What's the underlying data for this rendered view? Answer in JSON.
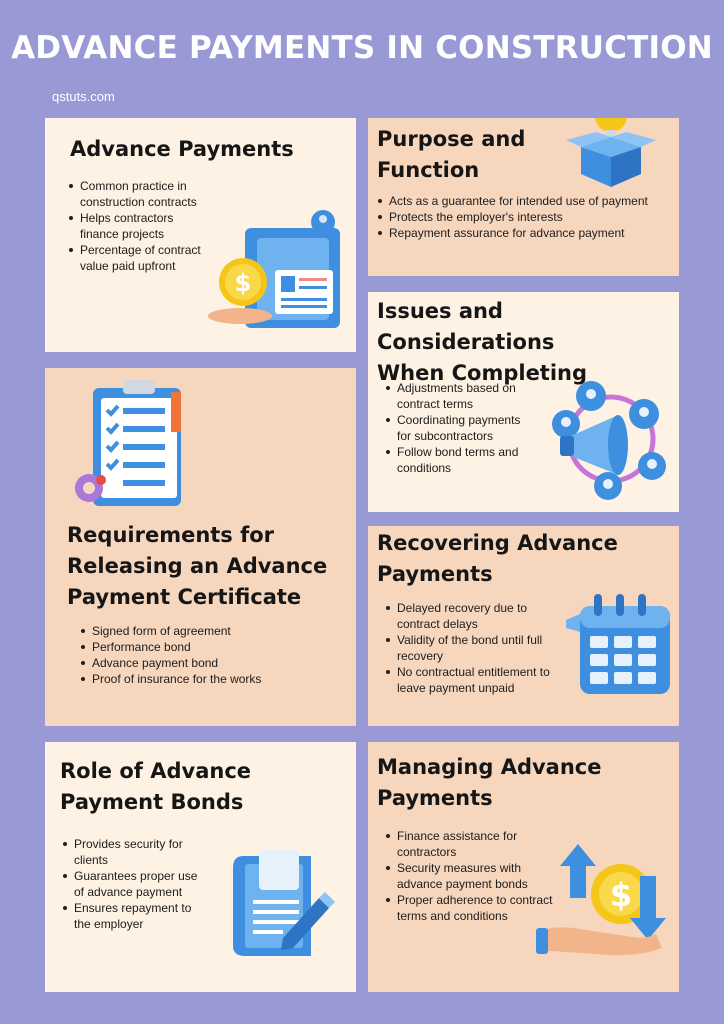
{
  "header": {
    "title": "ADVANCE PAYMENTS IN CONSTRUCTION",
    "site": "qstuts.com"
  },
  "cards": [
    {
      "title_lines": [
        "Advance Payments"
      ],
      "bullets": [
        "Common practice in construction contracts",
        "Helps contractors finance projects",
        "Percentage of contract value paid upfront"
      ],
      "bullet_lines": [
        [
          "Common practice in",
          "construction contracts"
        ],
        [
          "Helps contractors",
          "finance projects"
        ],
        [
          "Percentage of contract",
          "value paid upfront"
        ]
      ],
      "icon": "document-money-icon"
    },
    {
      "title_lines": [
        "Purpose and",
        "Function"
      ],
      "bullets": [
        "Acts as a guarantee for intended use of payment",
        "Protects the employer's interests",
        "Repayment assurance for advance payment"
      ],
      "bullet_lines": [
        [
          "Acts as a guarantee for intended use of payment"
        ],
        [
          "Protects the employer's interests"
        ],
        [
          "Repayment assurance for advance payment"
        ]
      ],
      "icon": "lightbulb-box-icon"
    },
    {
      "title_lines": [
        "Issues and Considerations",
        "When Completing"
      ],
      "bullets": [
        "Adjustments based on contract terms",
        "Coordinating payments for subcontractors",
        "Follow bond terms and conditions"
      ],
      "bullet_lines": [
        [
          "Adjustments based on",
          "contract terms"
        ],
        [
          "Coordinating payments",
          "for subcontractors"
        ],
        [
          "Follow bond terms and",
          "conditions"
        ]
      ],
      "icon": "megaphone-network-icon"
    },
    {
      "title_lines": [
        "Requirements for",
        "Releasing an Advance",
        "Payment Certificate"
      ],
      "bullets": [
        "Signed form of agreement",
        "Performance bond",
        "Advance payment bond",
        "Proof of insurance for the works"
      ],
      "bullet_lines": [
        [
          "Signed form of agreement"
        ],
        [
          "Performance bond"
        ],
        [
          "Advance payment bond"
        ],
        [
          "Proof of insurance for the works"
        ]
      ],
      "icon": "clipboard-checklist-icon"
    },
    {
      "title_lines": [
        "Recovering Advance",
        "Payments"
      ],
      "bullets": [
        "Delayed recovery due to contract delays",
        "Validity of the bond until full recovery",
        "No contractual entitlement to leave payment unpaid"
      ],
      "bullet_lines": [
        [
          "Delayed recovery due to",
          "contract delays"
        ],
        [
          "Validity of the bond until full",
          "recovery"
        ],
        [
          "No contractual entitlement to",
          "leave payment unpaid"
        ]
      ],
      "icon": "calendar-icon"
    },
    {
      "title_lines": [
        "Role of Advance",
        "Payment Bonds"
      ],
      "bullets": [
        "Provides security for clients",
        "Guarantees proper use of advance payment",
        "Ensures repayment to the employer"
      ],
      "bullet_lines": [
        [
          "Provides security for",
          "clients"
        ],
        [
          "Guarantees proper use",
          "of advance payment"
        ],
        [
          "Ensures repayment to",
          "the employer"
        ]
      ],
      "icon": "document-pen-icon"
    },
    {
      "title_lines": [
        "Managing Advance",
        "Payments"
      ],
      "bullets": [
        "Finance assistance for contractors",
        "Security measures with advance payment bonds",
        "Proper adherence to contract terms and conditions"
      ],
      "bullet_lines": [
        [
          "Finance assistance for",
          "contractors"
        ],
        [
          "Security measures with",
          "advance payment bonds"
        ],
        [
          "Proper adherence to contract",
          "terms and conditions"
        ]
      ],
      "icon": "coin-arrows-icon"
    }
  ],
  "colors": {
    "background": "#9999d6",
    "card_cream": "#fdf2e3",
    "card_peach": "#f7d6be",
    "accent_blue": "#3f8fe0",
    "accent_yellow": "#f5c518"
  }
}
